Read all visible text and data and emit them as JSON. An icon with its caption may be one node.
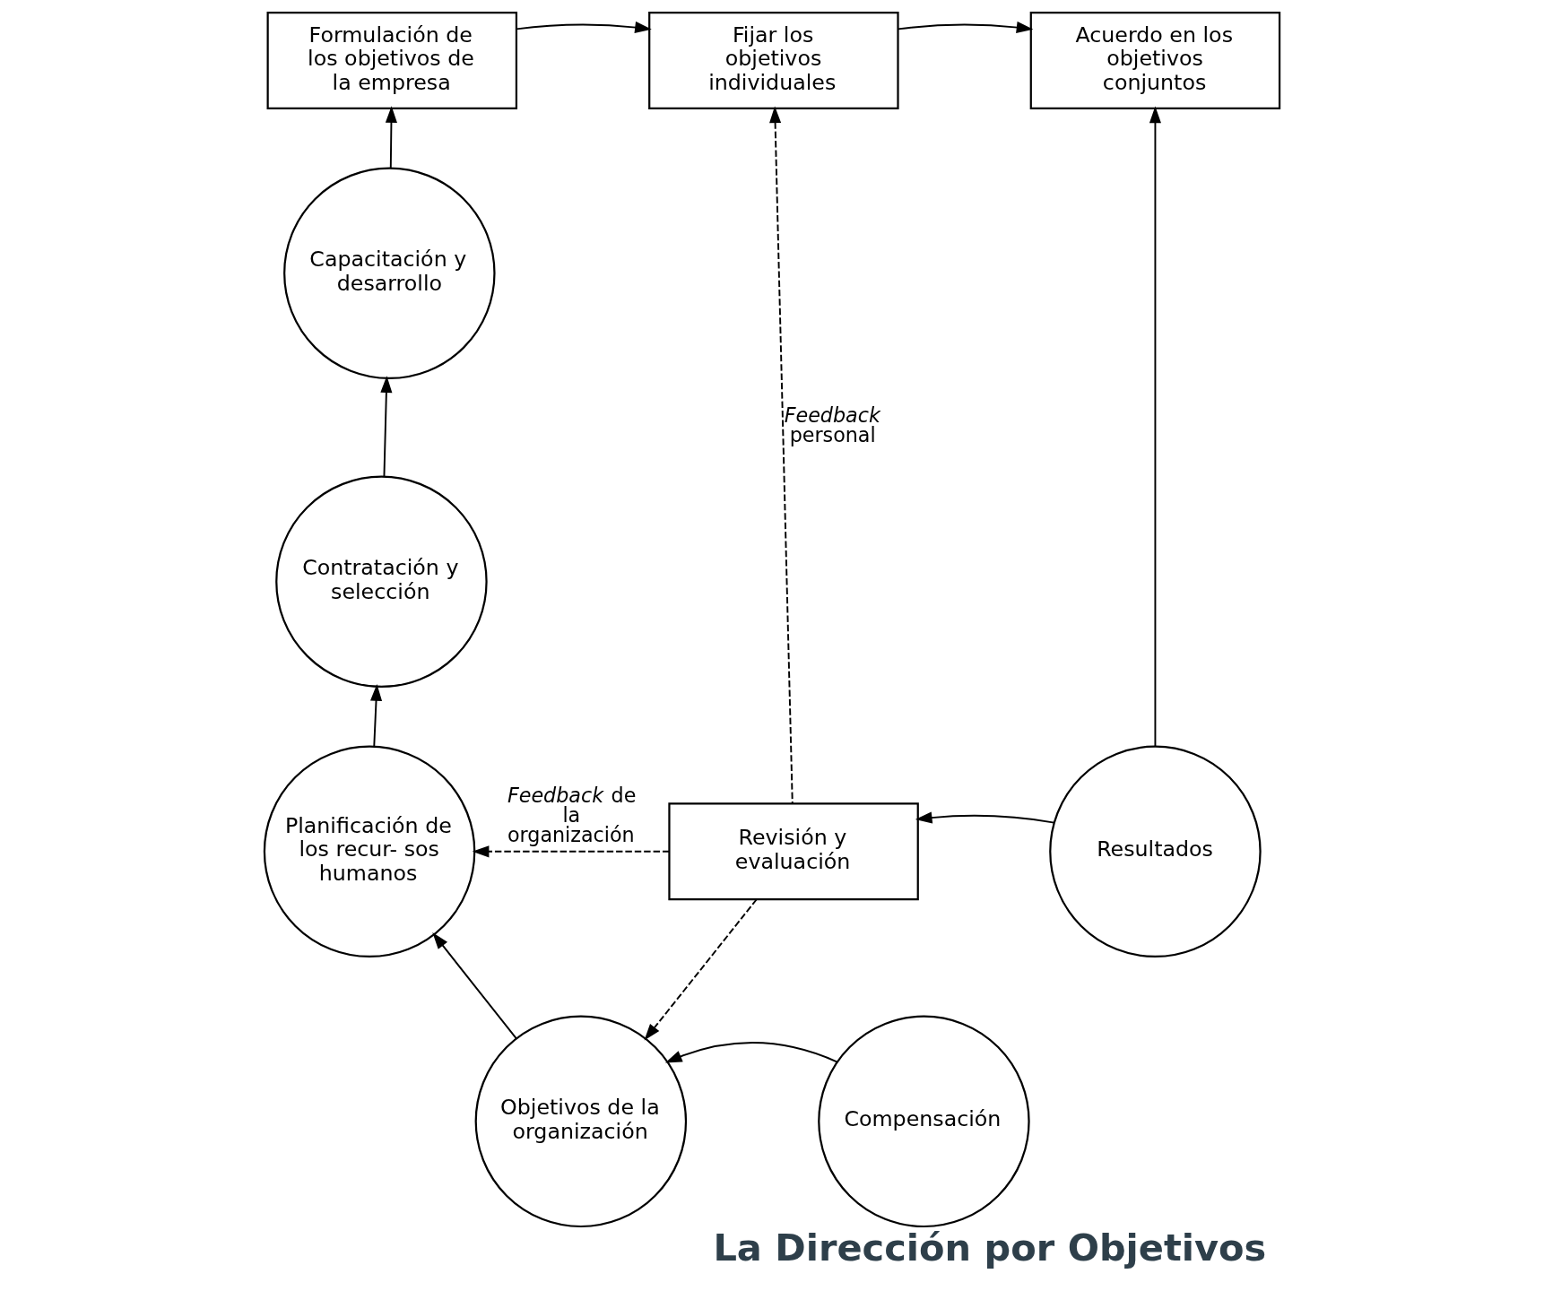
{
  "diagram": {
    "title": "La Dirección por Objetivos",
    "nodes": [
      {
        "text": [
          "Formulación de los objetivos de la empresa"
        ]
      },
      {
        "text": [
          "Fijar los objetivos individuales"
        ]
      },
      {
        "text": [
          "Acuerdo en los objetivos conjuntos"
        ]
      },
      {
        "text": [
          "Capacitación y desarrollo"
        ]
      },
      {
        "text": [
          "Contratación y selección"
        ]
      },
      {
        "text": [
          "Planificación de los recur- sos humanos"
        ]
      },
      {
        "text": [
          "Revisión y evaluación"
        ]
      },
      {
        "text": [
          "Resultados"
        ]
      },
      {
        "text": [
          "Objetivos de la organización"
        ]
      },
      {
        "text": [
          "Compensación"
        ]
      }
    ],
    "edges": [
      {
        "from": 0,
        "to": 1,
        "arrow": "to"
      },
      {
        "from": 1,
        "to": 2,
        "arrow": "to"
      },
      {
        "from": 6,
        "to": 1,
        "arrow": "to",
        "style": "dashed",
        "label": "*Feedback* personal"
      },
      {
        "from": 7,
        "to": 2,
        "arrow": "to"
      },
      {
        "from": 7,
        "to": 6,
        "arrow": "to"
      },
      {
        "from": 6,
        "to": 5,
        "arrow": "to",
        "style": "dashed",
        "label": "*Feedback* de la organización"
      },
      {
        "from": 6,
        "to": 8,
        "arrow": "to",
        "style": "dashed"
      },
      {
        "from": 9,
        "to": 8,
        "arrow": "to"
      },
      {
        "from": 8,
        "to": 5,
        "arrow": "to"
      },
      {
        "from": 5,
        "to": 4,
        "arrow": "to"
      },
      {
        "from": 4,
        "to": 3,
        "arrow": "to"
      },
      {
        "from": 3,
        "to": 0,
        "arrow": "to"
      }
    ]
  }
}
